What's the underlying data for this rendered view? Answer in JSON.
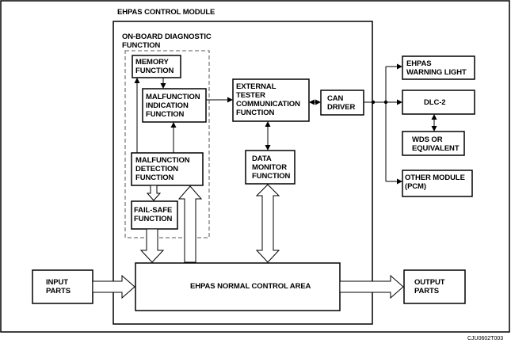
{
  "diagram": {
    "module_title": "EHPAS CONTROL MODULE",
    "obd_title": "ON-BOARD DIAGNOSTIC\nFUNCTION",
    "memory": "MEMORY\nFUNCTION",
    "malfunction_indication": "MALFUNCTION\nINDICATION\nFUNCTION",
    "malfunction_detection": "MALFUNCTION\nDETECTION\nFUNCTION",
    "fail_safe": "FAIL-SAFE\nFUNCTION",
    "external_tester": "EXTERNAL\nTESTER\nCOMMUNICATION\nFUNCTION",
    "data_monitor": "DATA\nMONITOR\nFUNCTION",
    "can_driver": "CAN\nDRIVER",
    "warning_light": "EHPAS\nWARNING LIGHT",
    "dlc2": "DLC-2",
    "wds": "WDS OR\nEQUIVALENT",
    "other_module": "OTHER MODULE\n(PCM)",
    "input_parts": "INPUT\nPARTS",
    "normal_control": "EHPAS NORMAL CONTROL AREA",
    "output_parts": "OUTPUT\nPARTS",
    "figure_code": "CJU0602T003"
  }
}
